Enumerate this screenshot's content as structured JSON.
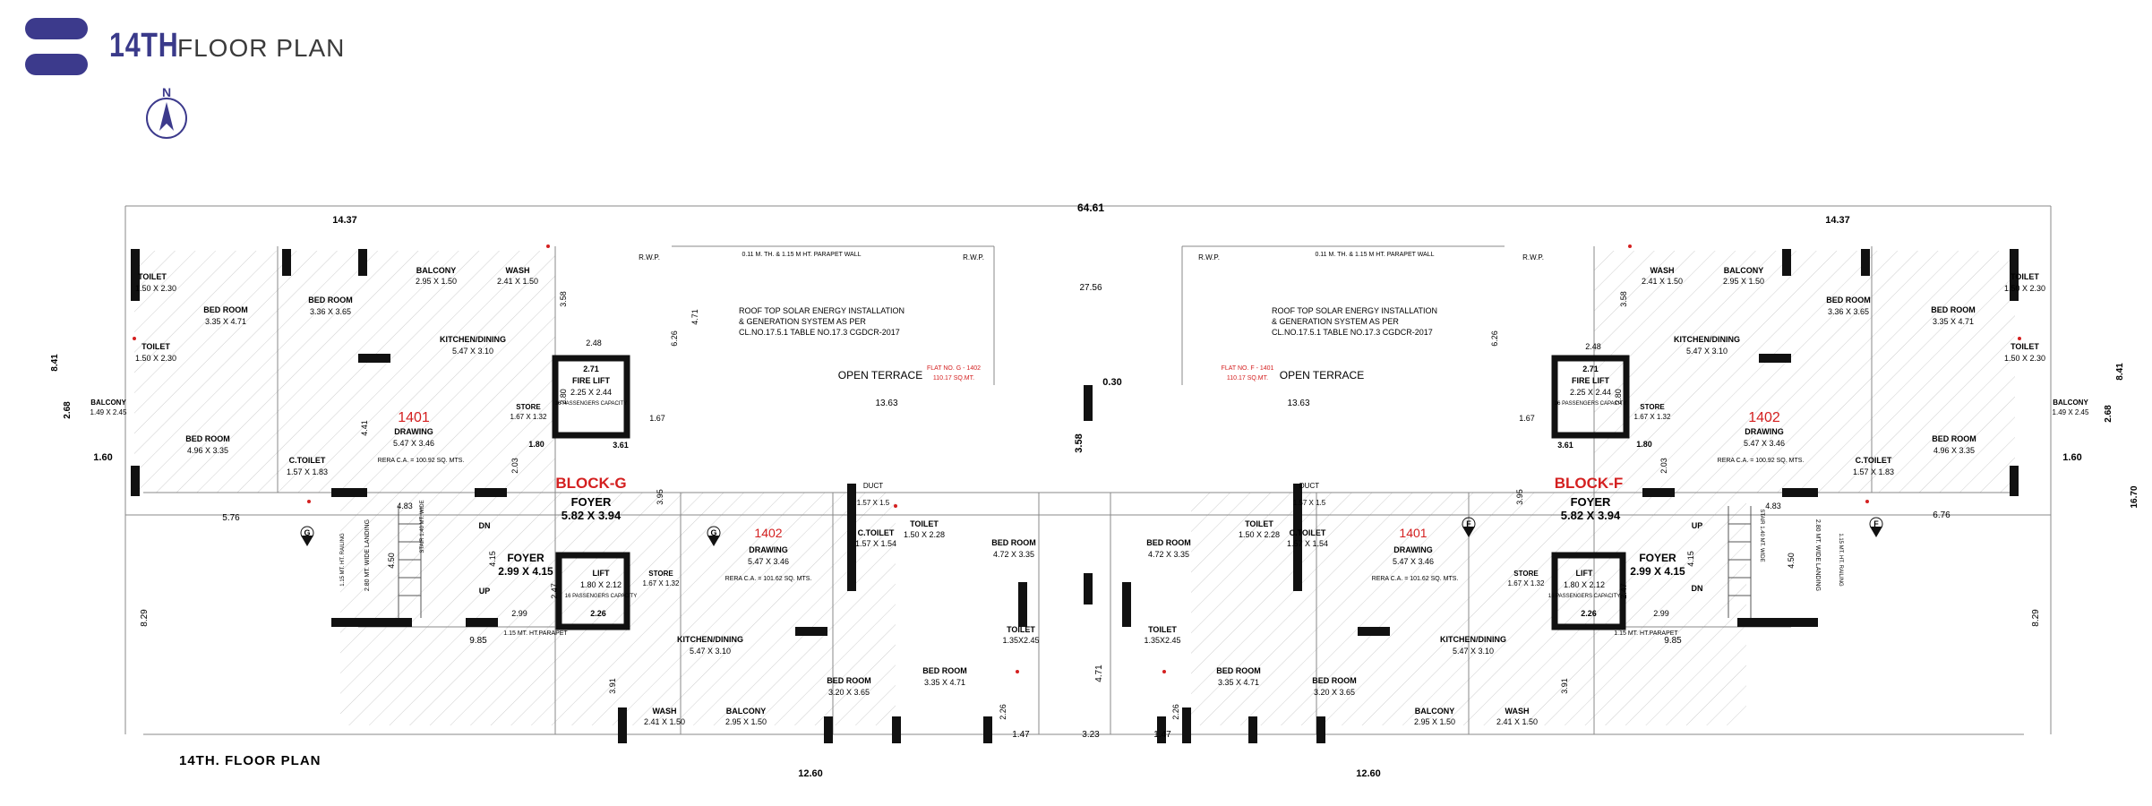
{
  "header": {
    "title_num": "14TH",
    "title_text": "FLOOR PLAN",
    "north": "N"
  },
  "footer": {
    "caption": "14TH. FLOOR PLAN"
  },
  "colors": {
    "brand": "#3c3a8c",
    "wall": "#111111",
    "red": "#d42020",
    "thin": "#777777"
  },
  "dims": {
    "overall": "64.61",
    "left_width": "14.37",
    "right_width": "14.37",
    "left_height": "8.41",
    "right_height": "8.41",
    "right_total": "16.70",
    "left_2_68": "2.68",
    "right_2_68": "2.68",
    "left_1_60": "1.60",
    "right_1_60": "1.60",
    "left_5_76": "5.76",
    "right_6_76": "6.76",
    "left_9_85": "9.85",
    "right_9_85": "9.85",
    "left_8_29": "8.29",
    "right_8_29": "8.29",
    "bottom_left": "12.60",
    "bottom_right": "12.60",
    "center_27_56": "27.56",
    "center_0_30": "0.30",
    "center_3_58": "3.58",
    "center_4_71": "4.71",
    "center_3_23": "3.23",
    "center_1_47a": "1.47",
    "center_1_47b": "1.47",
    "terrace_13_63a": "13.63",
    "terrace_13_63b": "13.63",
    "d_6_26a": "6.26",
    "d_6_26b": "6.26",
    "d_4_71": "4.71",
    "d_3_58a": "3.58",
    "d_3_58b": "3.58",
    "d_2_48a": "2.48",
    "d_2_48b": "2.48",
    "d_3_61a": "3.61",
    "d_3_61b": "3.61",
    "d_1_67a": "1.67",
    "d_1_67b": "1.67",
    "d_1_80a": "1.80",
    "d_1_80b": "1.80",
    "d_2_71a": "2.71",
    "d_2_71b": "2.71",
    "d_2_80a": "2.80",
    "d_2_80b": "2.80",
    "d_3_95a": "3.95",
    "d_3_95b": "3.95",
    "d_4_83a": "4.83",
    "d_4_83b": "4.83",
    "d_4_50a": "4.50",
    "d_4_50b": "4.50",
    "d_4_15a": "4.15",
    "d_4_15b": "4.15",
    "d_2_47a": "2.47",
    "d_2_47b": "2.47",
    "d_2_99a": "2.99",
    "d_2_99b": "2.99",
    "d_2_26a": "2.26",
    "d_2_26b": "2.26",
    "d_3_91a": "3.91",
    "d_3_91b": "3.91",
    "d_2_26c": "2.26",
    "d_2_26d": "2.26",
    "d_2_03a": "2.03",
    "d_2_03b": "2.03",
    "d_4_41": "4.41"
  },
  "left_block": {
    "block": "BLOCK-G",
    "flat_top": "1401",
    "flat_bottom": "1402",
    "foyer_top": "FOYER",
    "foyer_top_dim": "5.82 X 3.94",
    "foyer_stair": "FOYER",
    "foyer_stair_dim": "2.99 X 4.15",
    "fire_lift": "FIRE LIFT",
    "fire_lift_dim": "2.25 X 2.44",
    "fire_lift_note": "16 PASSENGERS CAPACITY",
    "lift": "LIFT",
    "lift_dim": "1.80 X 2.12",
    "lift_note": "16 PASSENGERS CAPACITY",
    "toilet1": "TOILET",
    "toilet1_dim": "1.50 X 2.30",
    "toilet2": "TOILET",
    "toilet2_dim": "1.50 X 2.30",
    "bed1": "BED ROOM",
    "bed1_dim": "3.35 X 4.71",
    "bed2": "BED ROOM",
    "bed2_dim": "3.36 X 3.65",
    "balcony": "BALCONY",
    "balcony_dim": "2.95 X 1.50",
    "wash": "WASH",
    "wash_dim": "2.41 X 1.50",
    "kitchen": "KITCHEN/DINING",
    "kitchen_dim": "5.47 X 3.10",
    "bed3": "BED ROOM",
    "bed3_dim": "4.96 X 3.35",
    "balcony2": "BALCONY",
    "balcony2_dim": "1.49 X 2.45",
    "drawing": "DRAWING",
    "drawing_dim": "5.47 X 3.46",
    "store": "STORE",
    "store_dim": "1.67 X 1.32",
    "ctoilet": "C.TOILET",
    "ctoilet_dim": "1.57 X 1.83",
    "rera": "RERA C.A. = 100.92 SQ. MTS.",
    "drawing2": "DRAWING",
    "drawing2_dim": "5.47 X 3.46",
    "rera2": "RERA C.A. = 101.62 SQ. MTS.",
    "store2": "STORE",
    "store2_dim": "1.67 X 1.32",
    "ctoilet2": "C.TOILET",
    "ctoilet2_dim": "1.57 X 1.54",
    "toilet3": "TOILET",
    "toilet3_dim": "1.50 X 2.28",
    "bed4": "BED ROOM",
    "bed4_dim": "4.72 X 3.35",
    "kitchen2": "KITCHEN/DINING",
    "kitchen2_dim": "5.47 X 3.10",
    "bed5": "BED ROOM",
    "bed5_dim": "3.20 X 3.65",
    "bed6": "BED ROOM",
    "bed6_dim": "3.35 X 4.71",
    "toilet4": "TOILET",
    "toilet4_dim": "1.35X2.45",
    "wash2": "WASH",
    "wash2_dim": "2.41 X 1.50",
    "balcony3": "BALCONY",
    "balcony3_dim": "2.95 X 1.50",
    "dn": "DN",
    "up": "UP",
    "stair": "STAIR 1.40 MT. WIDE",
    "landing": "2.80 MT. WIDE LANDING",
    "railing": "1.15 MT. HT. RAILING",
    "parapet": "1.15 MT. HT.PARAPET",
    "terrace": "OPEN TERRACE",
    "solar": "ROOF TOP SOLAR  ENERGY INSTALLATION",
    "solar2": "& GENERATION SYSTEM AS PER",
    "solar3": "CL.NO.17.5.1 TABLE NO.17.3 CGDCR-2017",
    "flat_note": "FLAT NO. G - 1402",
    "flat_note2": "110.17 SQ.MT.",
    "rwp": "R.W.P.",
    "parapet_wall": "0.11 M. TH. & 1.15 M HT. PARAPET WALL",
    "duct": "DUCT",
    "duct_dim": "1.57 X 1.5",
    "section": "G"
  },
  "right_block": {
    "block": "BLOCK-F",
    "flat_top": "1402",
    "flat_bottom": "1401",
    "foyer_top": "FOYER",
    "foyer_top_dim": "5.82 X 3.94",
    "foyer_stair": "FOYER",
    "foyer_stair_dim": "2.99 X 4.15",
    "fire_lift": "FIRE LIFT",
    "fire_lift_dim": "2.25 X 2.44",
    "fire_lift_note": "16 PASSENGERS CAPACITY",
    "lift": "LIFT",
    "lift_dim": "1.80 X 2.12",
    "lift_note": "16 PASSENGERS CAPACITY",
    "toilet1": "TOILET",
    "toilet1_dim": "1.50 X 2.30",
    "toilet2": "TOILET",
    "toilet2_dim": "1.50 X 2.30",
    "bed1": "BED ROOM",
    "bed1_dim": "3.35 X 4.71",
    "bed2": "BED ROOM",
    "bed2_dim": "3.36 X 3.65",
    "balcony": "BALCONY",
    "balcony_dim": "2.95 X 1.50",
    "wash": "WASH",
    "wash_dim": "2.41 X 1.50",
    "kitchen": "KITCHEN/DINING",
    "kitchen_dim": "5.47 X 3.10",
    "bed3": "BED ROOM",
    "bed3_dim": "4.96 X 3.35",
    "balcony2": "BALCONY",
    "balcony2_dim": "1.49 X 2.45",
    "drawing": "DRAWING",
    "drawing_dim": "5.47 X 3.46",
    "store": "STORE",
    "store_dim": "1.67 X 1.32",
    "ctoilet": "C.TOILET",
    "ctoilet_dim": "1.57 X 1.83",
    "rera": "RERA C.A. = 100.92 SQ. MTS.",
    "drawing2": "DRAWING",
    "drawing2_dim": "5.47 X 3.46",
    "rera2": "RERA C.A. = 101.62 SQ. MTS.",
    "store2": "STORE",
    "store2_dim": "1.67 X 1.32",
    "ctoilet2": "C.TOILET",
    "ctoilet2_dim": "1.57 X 1.54",
    "toilet3": "TOILET",
    "toilet3_dim": "1.50 X 2.28",
    "bed4": "BED ROOM",
    "bed4_dim": "4.72 X 3.35",
    "kitchen2": "KITCHEN/DINING",
    "kitchen2_dim": "5.47 X 3.10",
    "bed5": "BED ROOM",
    "bed5_dim": "3.20 X 3.65",
    "bed6": "BED ROOM",
    "bed6_dim": "3.35 X 4.71",
    "toilet4": "TOILET",
    "toilet4_dim": "1.35X2.45",
    "wash2": "WASH",
    "wash2_dim": "2.41 X 1.50",
    "balcony3": "BALCONY",
    "balcony3_dim": "2.95 X 1.50",
    "dn": "DN",
    "up": "UP",
    "stair": "STAIR 1.40 MT. WIDE",
    "landing": "2.80 MT. WIDE LANDING",
    "railing": "1.15 MT. HT. RAILING",
    "parapet": "1.15 MT. HT.PARAPET",
    "terrace": "OPEN TERRACE",
    "solar": "ROOF TOP SOLAR  ENERGY INSTALLATION",
    "solar2": "& GENERATION SYSTEM AS PER",
    "solar3": "CL.NO.17.5.1 TABLE NO.17.3 CGDCR-2017",
    "flat_note": "FLAT NO. F - 1401",
    "flat_note2": "110.17 SQ.MT.",
    "rwp": "R.W.P.",
    "parapet_wall": "0.11 M. TH. & 1.15 M HT. PARAPET WALL",
    "duct": "DUCT",
    "duct_dim": "1.57 X 1.5",
    "section": "F"
  }
}
